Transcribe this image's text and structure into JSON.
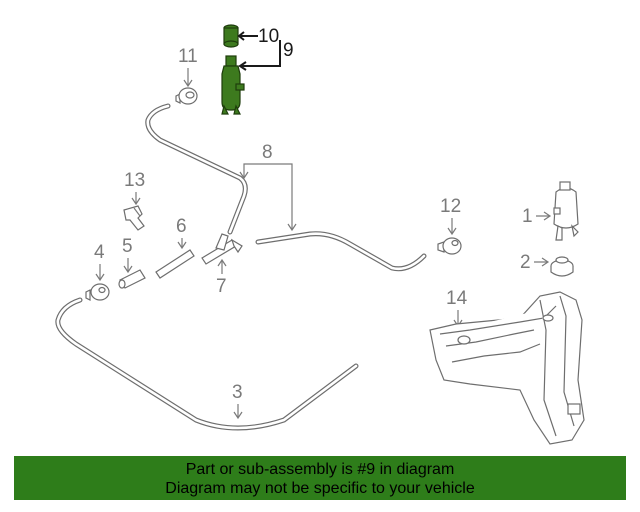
{
  "callouts": {
    "c1": "1",
    "c2": "2",
    "c3": "3",
    "c4": "4",
    "c5": "5",
    "c6": "6",
    "c7": "7",
    "c8": "8",
    "c9": "9",
    "c10": "10",
    "c11": "11",
    "c12": "12",
    "c13": "13",
    "c14": "14"
  },
  "highlight_color": "#3d7a1e",
  "banner_color": "#2e7d1a",
  "footer": {
    "line1": "Part or sub-assembly is #9 in diagram",
    "line2": "Diagram may not be specific to your vehicle"
  }
}
